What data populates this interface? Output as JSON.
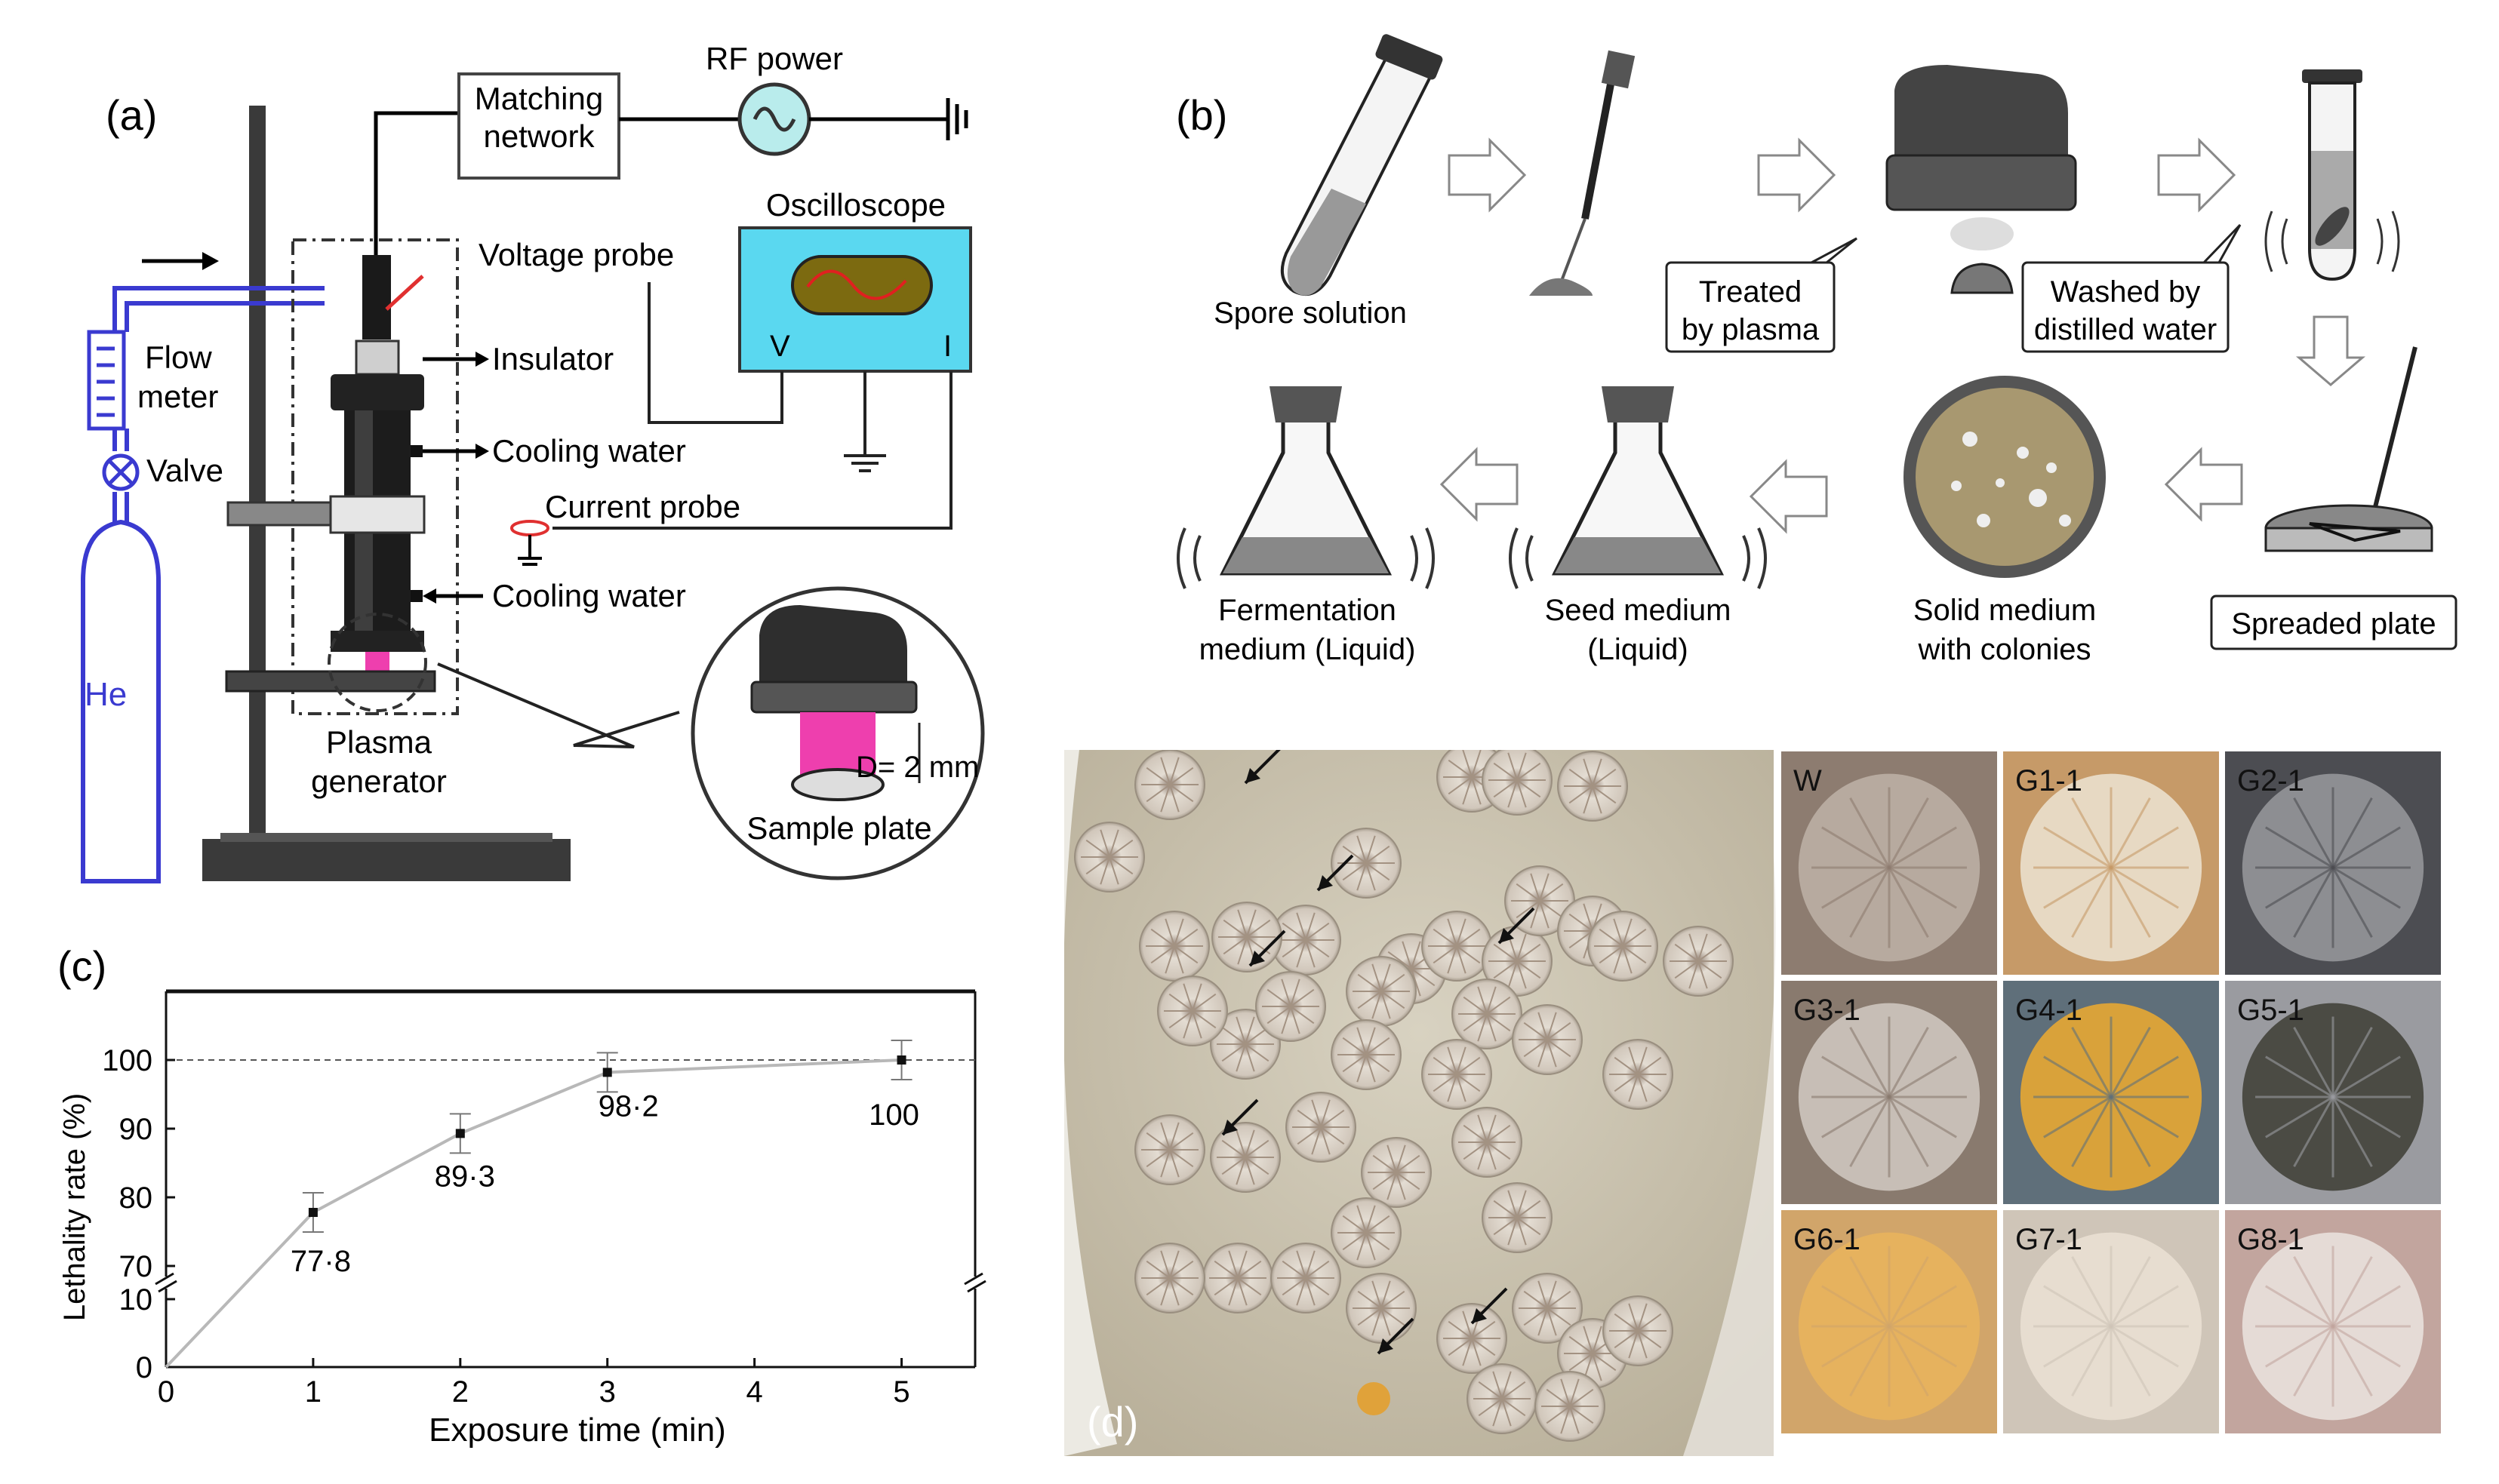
{
  "panel_a": {
    "label": "(a)",
    "matching_network": [
      "Matching",
      "network"
    ],
    "rf_power": "RF power",
    "oscilloscope": "Oscilloscope",
    "osc_v": "V",
    "osc_i": "I",
    "voltage_probe": "Voltage probe",
    "insulator": "Insulator",
    "cooling_water_1": "Cooling water",
    "current_probe": "Current probe",
    "cooling_water_2": "Cooling water",
    "flow_meter": [
      "Flow",
      "meter"
    ],
    "valve": "Valve",
    "he": "He",
    "plasma_generator": [
      "Plasma",
      "generator"
    ],
    "distance": "D= 2 mm",
    "sample_plate": "Sample plate",
    "colors": {
      "gas_line": "#3a3ad0",
      "oscilloscope_bg": "#5ad8f0",
      "plasma": "#ee3fae",
      "rf_circle": "#b9ecec"
    }
  },
  "panel_b": {
    "label": "(b)",
    "spore_solution": "Spore solution",
    "treated": [
      "Treated",
      "by plasma"
    ],
    "washed": [
      "Washed by",
      "distilled water"
    ],
    "spreaded_plate": "Spreaded plate",
    "solid_medium": [
      "Solid medium",
      "with colonies"
    ],
    "seed_medium": [
      "Seed medium",
      "(Liquid)"
    ],
    "fermentation": [
      "Fermentation",
      "medium (Liquid)"
    ]
  },
  "panel_c": {
    "label": "(c)",
    "chart_data": {
      "type": "line",
      "xlabel": "Exposure time (min)",
      "ylabel": "Lethality rate (%)",
      "x": [
        0,
        1,
        2,
        3,
        5
      ],
      "y": [
        0,
        77.8,
        89.3,
        98.2,
        100
      ],
      "data_labels": [
        "",
        "77·8",
        "89·3",
        "98·2",
        "100"
      ],
      "xticks": [
        "0",
        "1",
        "2",
        "3",
        "4",
        "5"
      ],
      "yticks_upper": [
        "70",
        "80",
        "90",
        "100"
      ],
      "yticks_lower": [
        "0",
        "10"
      ],
      "xlim": [
        0,
        5.5
      ],
      "ylim_lower": [
        0,
        10
      ],
      "ylim_upper": [
        70,
        110
      ],
      "axis_break": true,
      "reference_line": 100,
      "grid": false,
      "colors": {
        "line": "#b8b8b8",
        "marker": "#111111"
      }
    }
  },
  "panel_d": {
    "label": "(d)",
    "colony_labels": [
      "W",
      "G1-1",
      "G2-1",
      "G3-1",
      "G4-1",
      "G5-1",
      "G6-1",
      "G7-1",
      "G8-1"
    ],
    "colors": {
      "plate_bg": "#cfc8b5",
      "yellow_colony": "#e0a23a"
    }
  }
}
